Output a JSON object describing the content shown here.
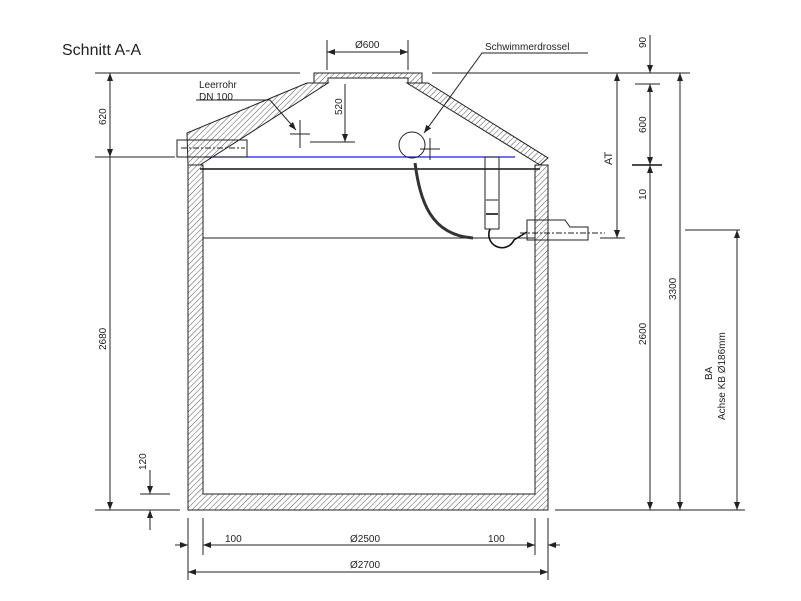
{
  "title": "Schnitt A-A",
  "labels": {
    "leerrohr_line1": "Leerrohr",
    "leerrohr_line2": "DN 100",
    "schwimmerdrossel": "Schwimmerdrossel",
    "ba_line1": "BA",
    "ba_line2": "Achse KB Ø186mm"
  },
  "dimensions": {
    "manhole": "Ø600",
    "cone_depth": "520",
    "left_top": "620",
    "left_height": "2680",
    "floor": "120",
    "at": "AT",
    "top_90": "90",
    "d_600": "600",
    "d_10": "10",
    "d_2600": "2600",
    "total": "3300",
    "wall_left": "100",
    "inner_diameter": "Ø2500",
    "wall_right": "100",
    "outer_diameter": "Ø2700"
  },
  "colors": {
    "water_level": "#1a1aff"
  }
}
